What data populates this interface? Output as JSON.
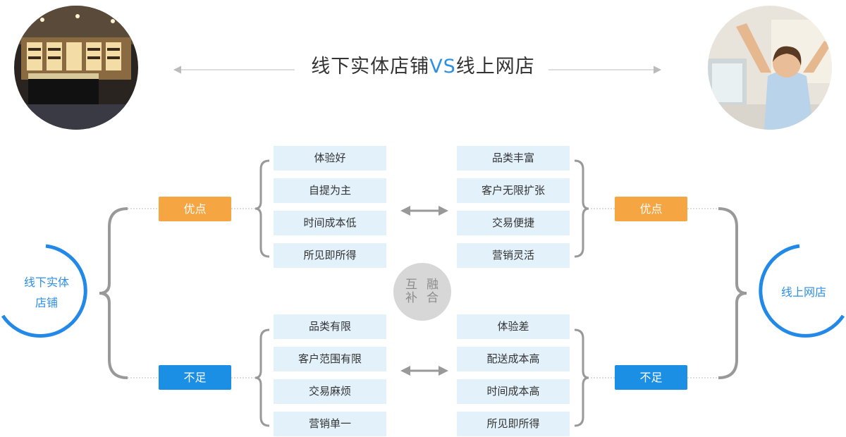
{
  "title": {
    "left_text": "线下实体店铺",
    "vs": "VS",
    "right_text": "线上网店"
  },
  "offline": {
    "label_line1": "线下实体",
    "label_line2": "店铺",
    "pros_tag": "优点",
    "cons_tag": "不足",
    "pros": [
      "体验好",
      "自提为主",
      "时间成本低",
      "所见即所得"
    ],
    "cons": [
      "品类有限",
      "客户范围有限",
      "交易麻烦",
      "营销单一"
    ]
  },
  "online": {
    "label": "线上网店",
    "pros_tag": "优点",
    "cons_tag": "不足",
    "pros": [
      "品类丰富",
      "客户无限扩张",
      "交易便捷",
      "营销灵活"
    ],
    "cons": [
      "体验差",
      "配送成本高",
      "时间成本高",
      "所见即所得"
    ]
  },
  "center": {
    "chars": [
      "互",
      "融",
      "补",
      "合"
    ]
  },
  "colors": {
    "accent_blue": "#2e8fe3",
    "tag_orange": "#f5a542",
    "tag_blue": "#1a8fe3",
    "item_bg": "#e3f1fb",
    "bracket_gray": "#999999"
  },
  "icons": [
    "store-photo",
    "happy-user-photo",
    "double-arrow-icon"
  ]
}
